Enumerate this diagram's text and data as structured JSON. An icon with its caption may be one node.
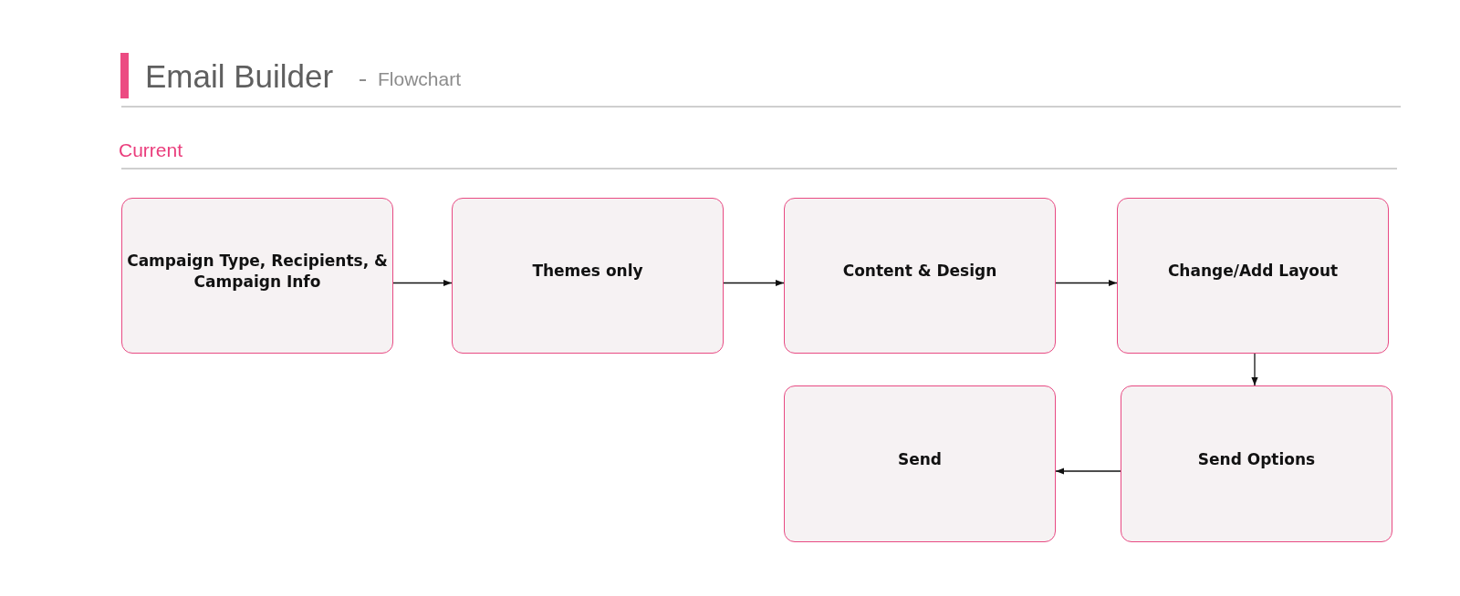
{
  "diagram": {
    "title": "Email Builder",
    "caption": "Flowchart",
    "nodes": [
      {
        "text": [
          "Campaign Type, Recipients, & Campaign Info"
        ]
      },
      {
        "text": [
          "Themes only"
        ]
      },
      {
        "text": [
          "Content & Design"
        ]
      },
      {
        "text": [
          "Change/Add Layout"
        ]
      },
      {
        "text": [
          "Send"
        ]
      },
      {
        "text": [
          "Send Options"
        ]
      }
    ],
    "edges": [
      {
        "from": 0,
        "to": 1,
        "arrow": "to"
      },
      {
        "from": 1,
        "to": 2,
        "arrow": "to"
      },
      {
        "from": 2,
        "to": 3,
        "arrow": "to"
      },
      {
        "from": 3,
        "to": 5,
        "arrow": "to"
      },
      {
        "from": 5,
        "to": 4,
        "arrow": "to"
      }
    ],
    "labels": [
      "Current"
    ]
  }
}
